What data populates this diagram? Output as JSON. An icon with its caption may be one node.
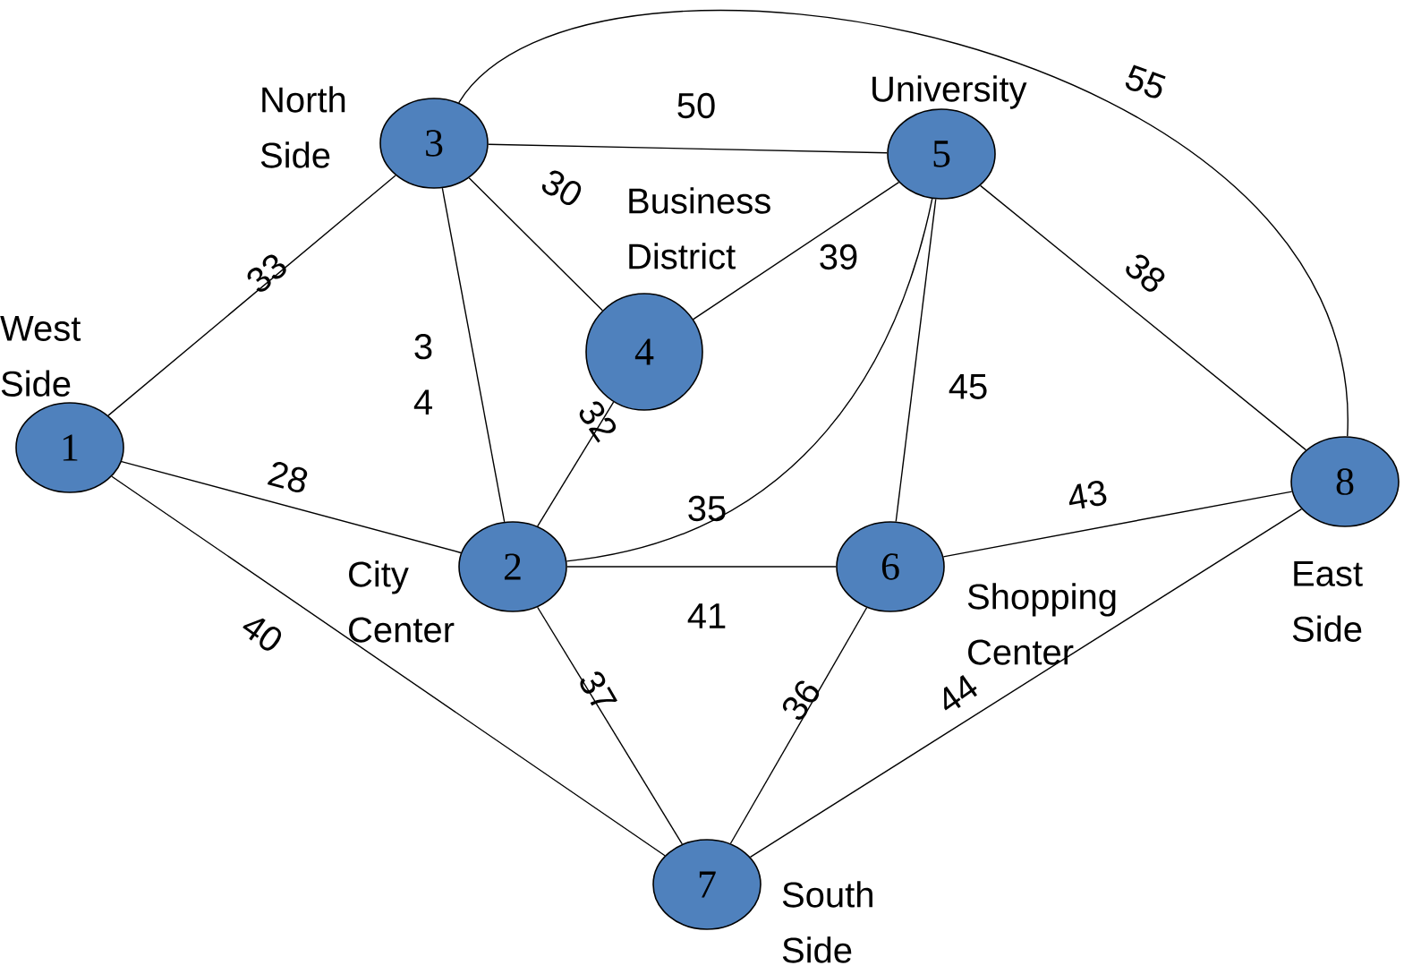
{
  "diagram": {
    "nodes": [
      {
        "text": [
          "1"
        ],
        "beside": [
          "West Side"
        ]
      },
      {
        "text": [
          "2"
        ],
        "beside": [
          "City Center"
        ]
      },
      {
        "text": [
          "3"
        ],
        "beside": [
          "North Side"
        ]
      },
      {
        "text": [
          "4"
        ],
        "beside": [
          "Business District"
        ]
      },
      {
        "text": [
          "5"
        ],
        "beside": [
          "University"
        ]
      },
      {
        "text": [
          "6"
        ],
        "beside": [
          "Shopping Center"
        ]
      },
      {
        "text": [
          "7"
        ],
        "beside": [
          "South Side"
        ]
      },
      {
        "text": [
          "8"
        ],
        "beside": [
          "East Side"
        ]
      }
    ],
    "edges": [
      {
        "from": 0,
        "to": 2,
        "arrow": "none",
        "label": "33"
      },
      {
        "from": 0,
        "to": 1,
        "arrow": "none",
        "label": "28"
      },
      {
        "from": 0,
        "to": 6,
        "arrow": "none",
        "label": "40"
      },
      {
        "from": 2,
        "to": 1,
        "arrow": "none",
        "label": "3 4"
      },
      {
        "from": 2,
        "to": 4,
        "arrow": "none",
        "label": "50"
      },
      {
        "from": 2,
        "to": 3,
        "arrow": "none",
        "label": "30"
      },
      {
        "from": 4,
        "to": 3,
        "arrow": "none",
        "label": "39"
      },
      {
        "from": 1,
        "to": 3,
        "arrow": "none",
        "label": "32"
      },
      {
        "from": 1,
        "to": 4,
        "arrow": "none",
        "label": "35"
      },
      {
        "from": 1,
        "to": 5,
        "arrow": "none",
        "label": "41"
      },
      {
        "from": 1,
        "to": 6,
        "arrow": "none",
        "label": "37"
      },
      {
        "from": 4,
        "to": 5,
        "arrow": "none",
        "label": "45"
      },
      {
        "from": 4,
        "to": 7,
        "arrow": "none",
        "label": "38"
      },
      {
        "from": 2,
        "to": 7,
        "arrow": "none",
        "label": "55"
      },
      {
        "from": 5,
        "to": 7,
        "arrow": "none",
        "label": "43"
      },
      {
        "from": 5,
        "to": 6,
        "arrow": "none",
        "label": "36"
      },
      {
        "from": 6,
        "to": 7,
        "arrow": "none",
        "label": "44"
      }
    ]
  }
}
